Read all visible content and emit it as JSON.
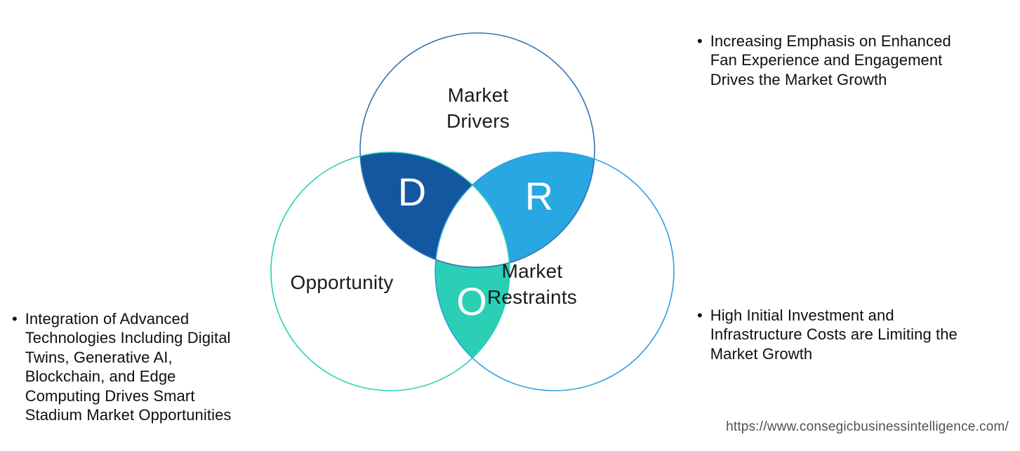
{
  "venn": {
    "circles": {
      "drivers": {
        "label": "Market\nDrivers",
        "stroke": "#2e74b5"
      },
      "opportunity": {
        "label": "Opportunity",
        "stroke": "#2bd0b5"
      },
      "restraints": {
        "label": "Market\nRestraints",
        "stroke": "#2d9fe0"
      }
    },
    "intersections": {
      "d": {
        "letter": "D",
        "fill": "#1257a0"
      },
      "r": {
        "letter": "R",
        "fill": "#29a7e3"
      },
      "o": {
        "letter": "O",
        "fill": "#2acfb6"
      },
      "center_fill": "#ffffff"
    }
  },
  "bullets": {
    "marker": "•",
    "driver": {
      "text": "Increasing Emphasis on Enhanced\nFan Experience and Engagement\nDrives the Market Growth"
    },
    "opportunity": {
      "text": "Integration of Advanced\nTechnologies Including Digital\nTwins, Generative AI,\nBlockchain, and Edge\nComputing Drives Smart\nStadium Market Opportunities"
    },
    "restraint": {
      "text": "High Initial Investment and\nInfrastructure Costs are Limiting the\nMarket Growth"
    }
  },
  "footer": {
    "url": "https://www.consegicbusinessintelligence.com/"
  }
}
